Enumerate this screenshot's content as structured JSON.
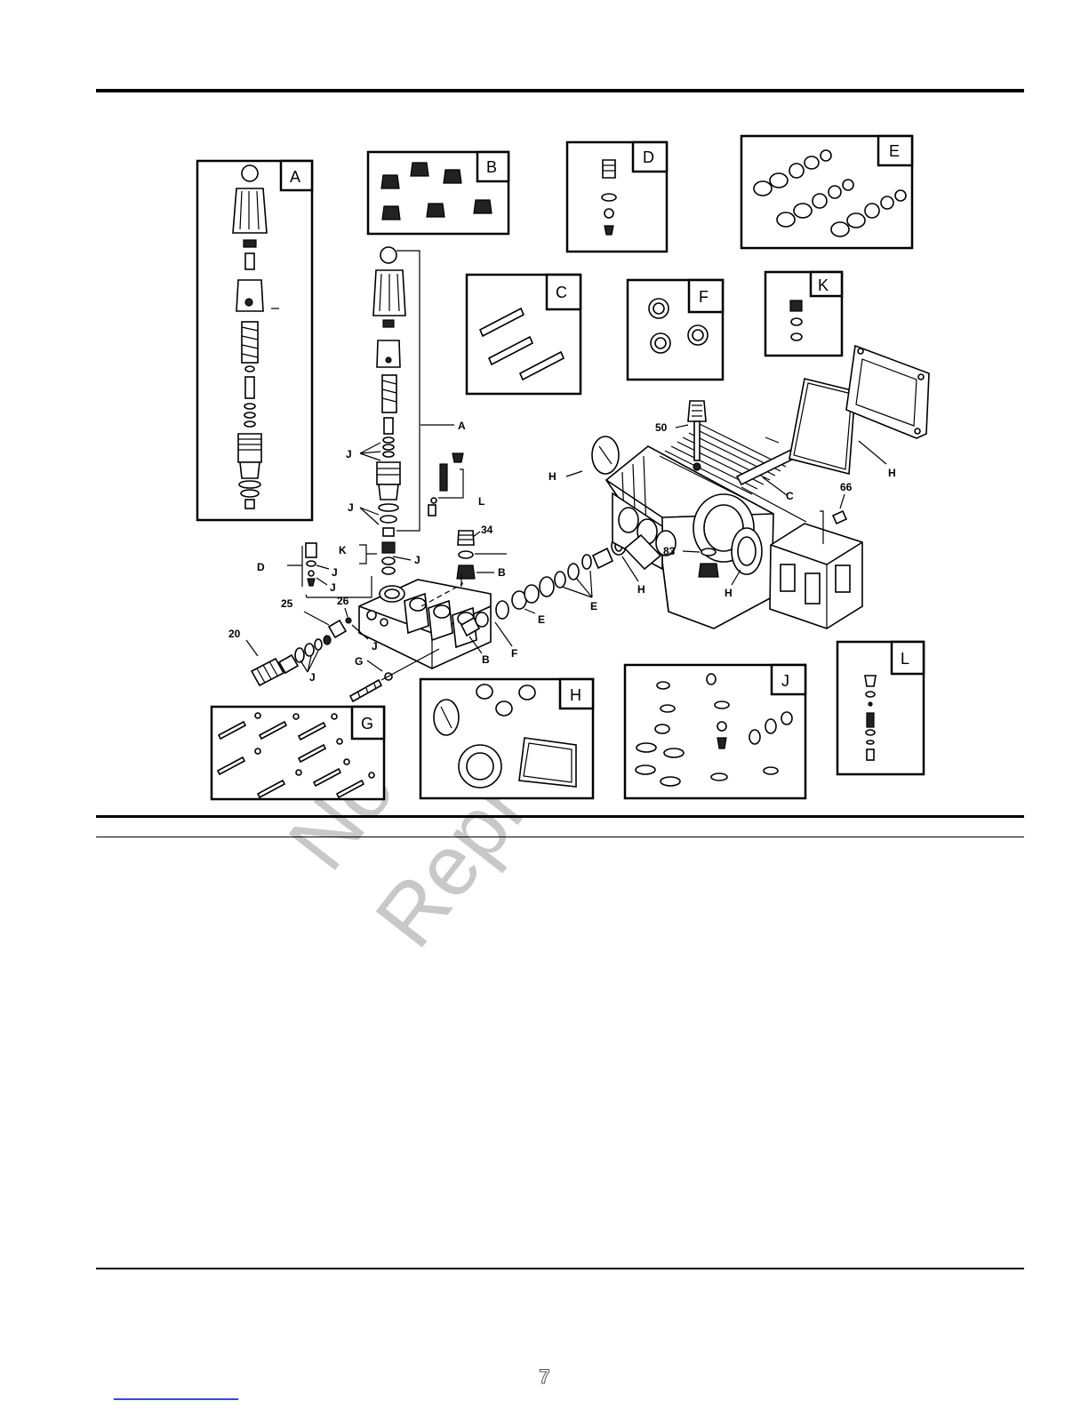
{
  "diagram": {
    "kits": [
      "A",
      "B",
      "C",
      "D",
      "E",
      "F",
      "G",
      "H",
      "J",
      "K",
      "L"
    ],
    "part_numbers": [
      "20",
      "25",
      "26",
      "34",
      "50",
      "66",
      "83"
    ],
    "callout_letters": [
      "A",
      "B",
      "B",
      "B",
      "C",
      "D",
      "E",
      "E",
      "F",
      "G",
      "H",
      "H",
      "H",
      "H",
      "J",
      "J",
      "J",
      "J",
      "J",
      "J",
      "J",
      "K",
      "L"
    ]
  },
  "watermark": {
    "line1": "No",
    "line2": "Repro"
  },
  "page_number": "7"
}
